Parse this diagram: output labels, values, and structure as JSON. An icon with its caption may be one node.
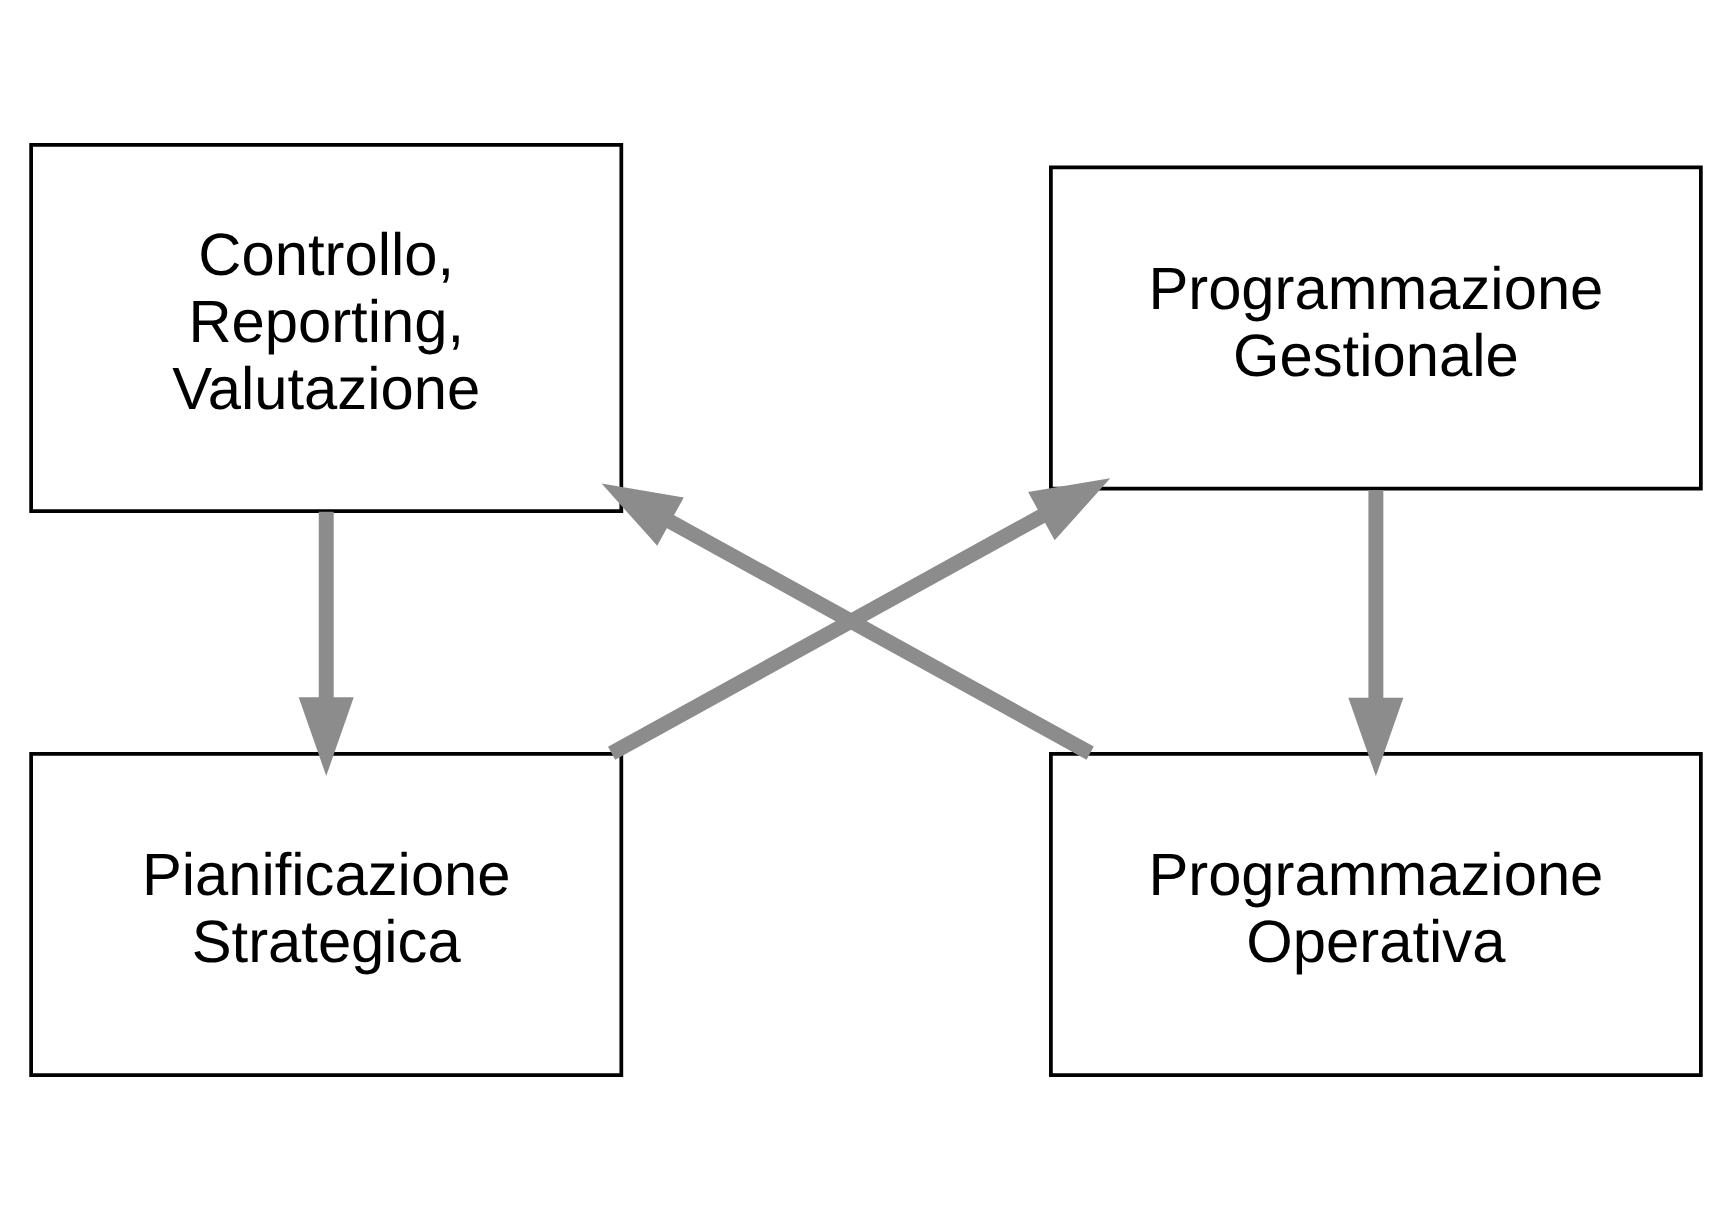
{
  "diagram": {
    "nodes": [
      {
        "text": [
          "Pianificazione Strategica"
        ]
      },
      {
        "text": [
          "Programmazione Gestionale"
        ]
      },
      {
        "text": [
          "Programmazione Operativa"
        ]
      },
      {
        "text": [
          "Controllo, Reporting, Valutazione"
        ]
      }
    ],
    "edges": [
      {
        "from": 0,
        "to": 1,
        "arrow": "to"
      },
      {
        "from": 1,
        "to": 2,
        "arrow": "to"
      },
      {
        "from": 2,
        "to": 3,
        "arrow": "to"
      },
      {
        "from": 3,
        "to": 0,
        "arrow": "to"
      }
    ]
  }
}
